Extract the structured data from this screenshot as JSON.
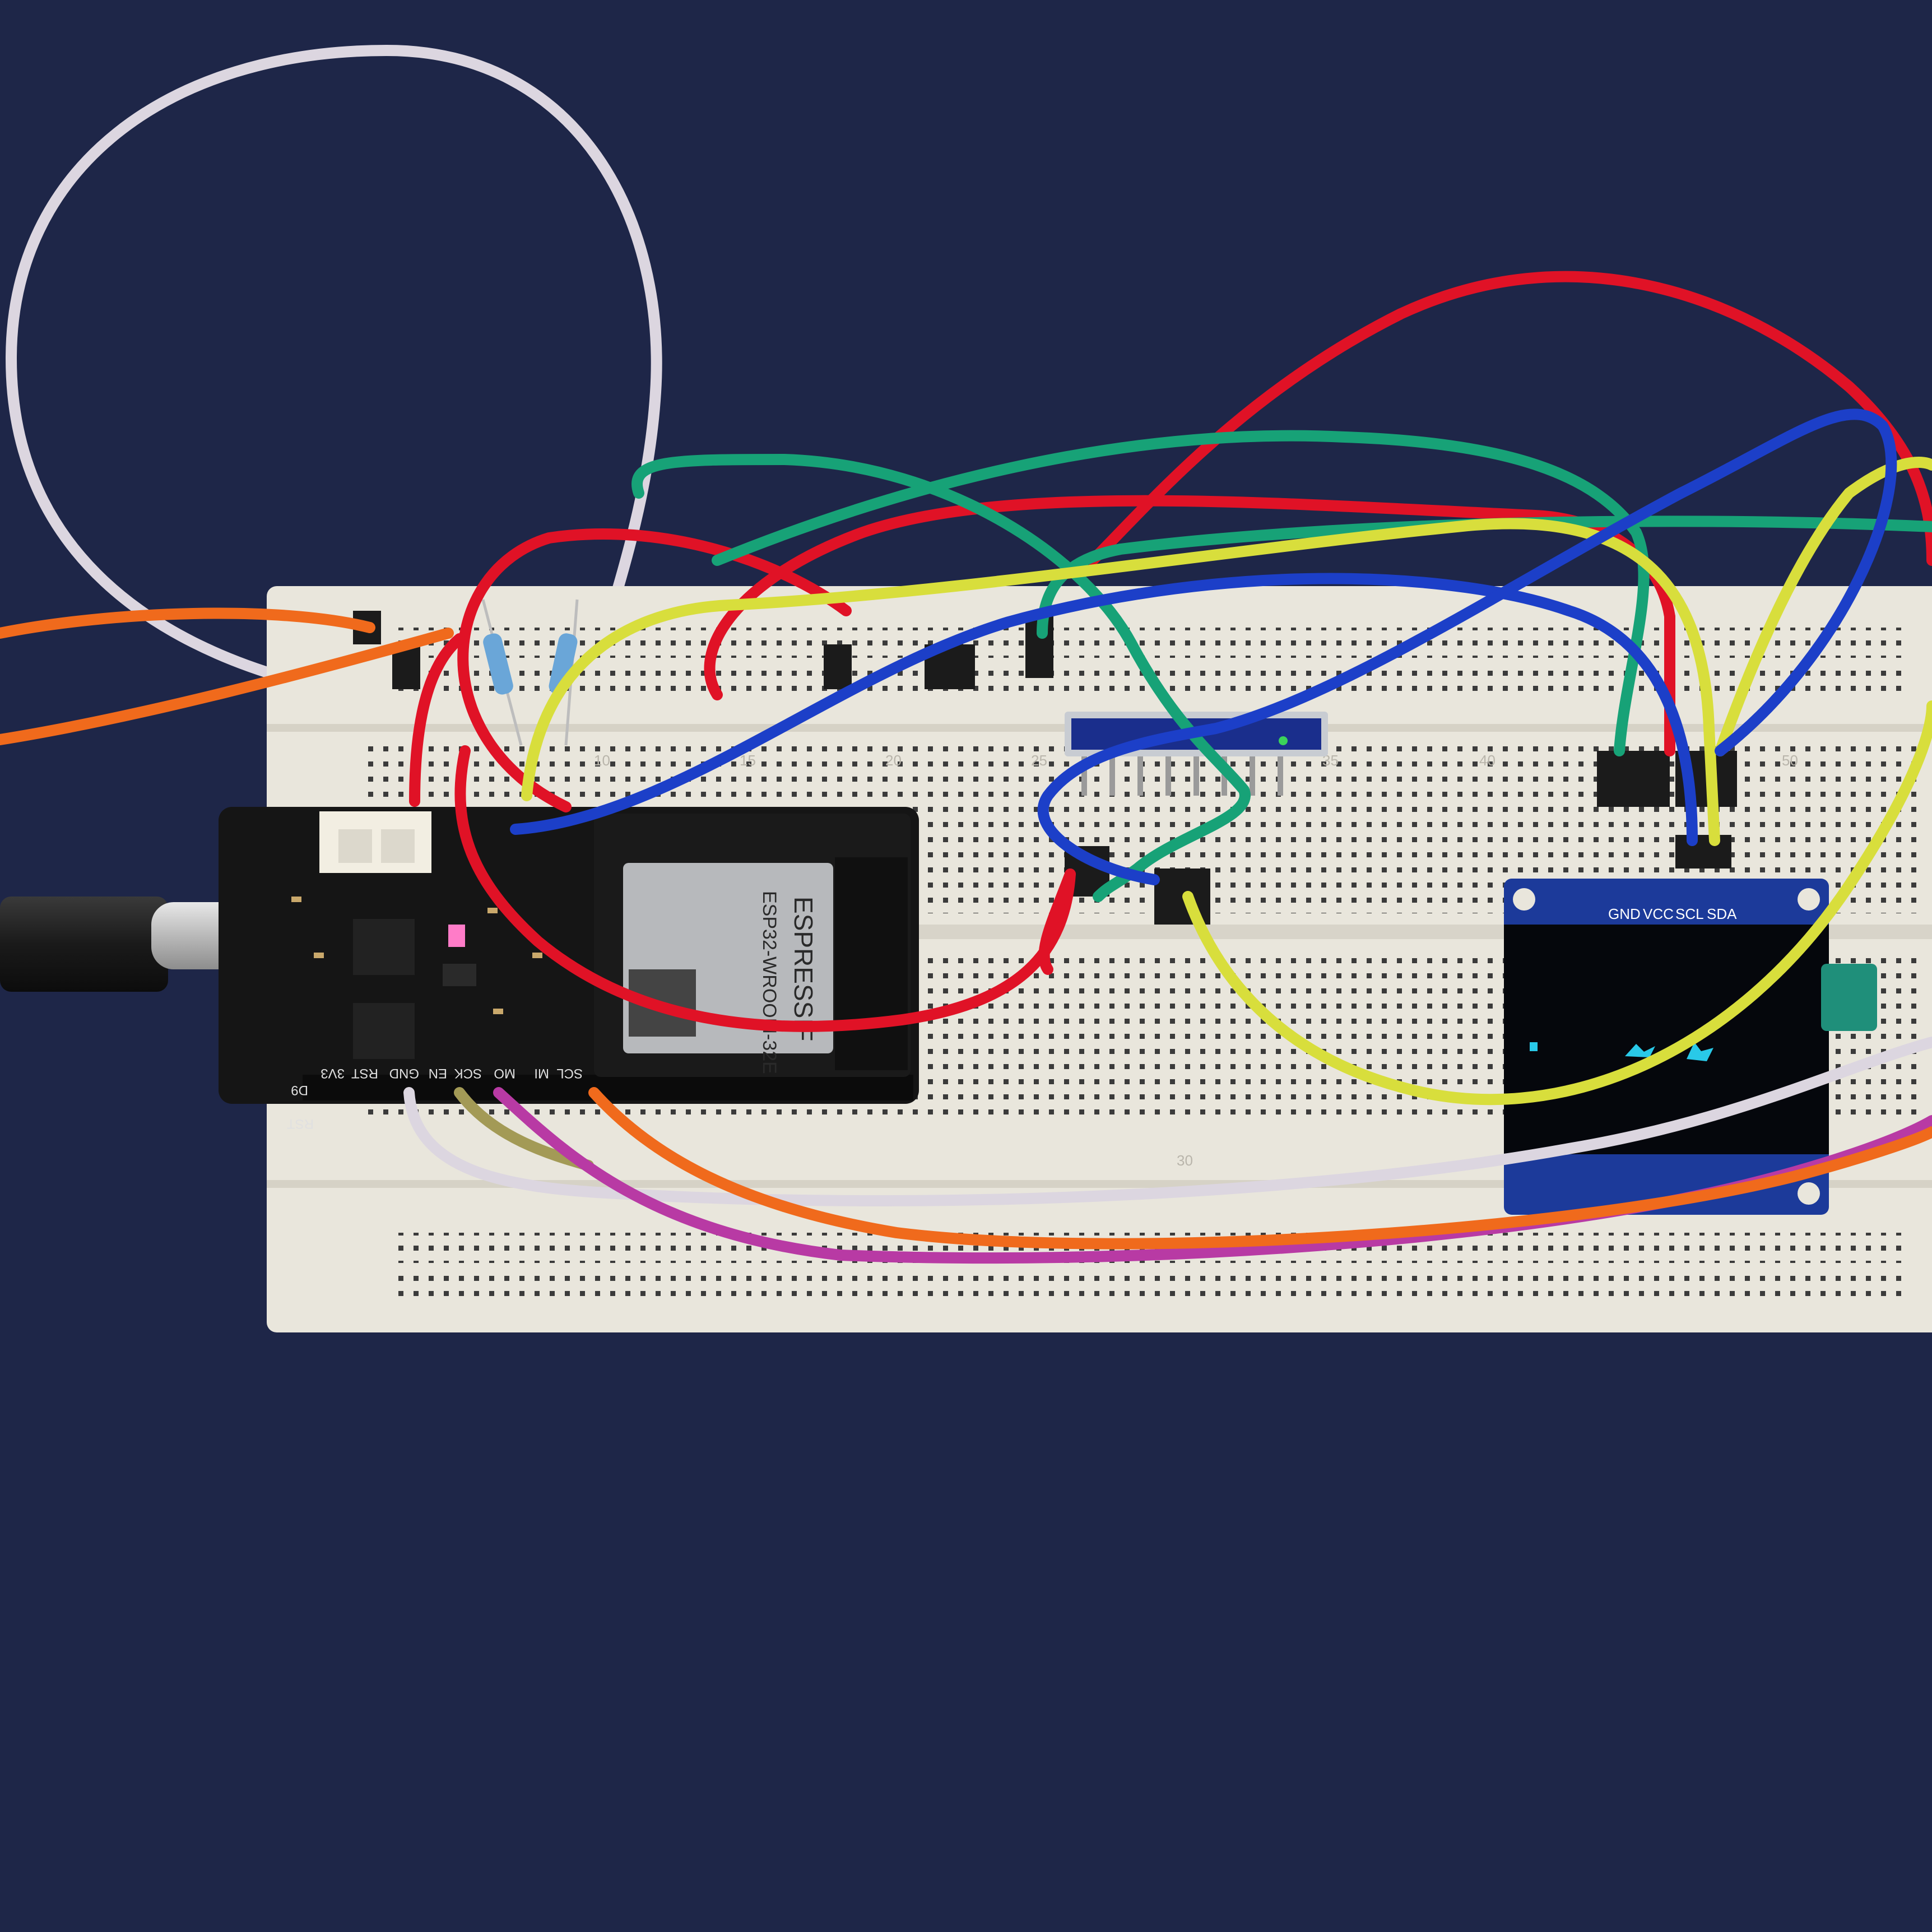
{
  "colors": {
    "background": "#1e2648",
    "breadboard": "#e9e6dc",
    "board": "#151515",
    "module": "#c8ccd2",
    "oled_pcb": "#1c3a9a",
    "oled_screen": "#05070c",
    "oled_pixels": "#29c9e8",
    "wire_red": "#e01226",
    "wire_green": "#17a277",
    "wire_yellow": "#d8de3c",
    "wire_blue": "#1c3fc8",
    "wire_white": "#dcd6e0",
    "wire_orange": "#f06a1c",
    "wire_purple": "#b83aa4",
    "wire_olive": "#a39a56"
  },
  "esp32": {
    "pins_bottom": [
      "D9",
      "RST",
      "3V3",
      "RST",
      "GND",
      "EN",
      "SCK",
      "MO",
      "MI",
      "SCL"
    ],
    "module_brand": "ESPRESSIF",
    "module_model": "ESP32-WROOM-32E"
  },
  "oled": {
    "pins": [
      "GND",
      "VCC",
      "SCL",
      "SDA"
    ]
  },
  "breadboard": {
    "column_numbers": [
      "10",
      "15",
      "20",
      "25",
      "30",
      "35",
      "40",
      "50"
    ]
  },
  "icons": {
    "usb": "usb-c-cable",
    "oled": "oled-display"
  }
}
